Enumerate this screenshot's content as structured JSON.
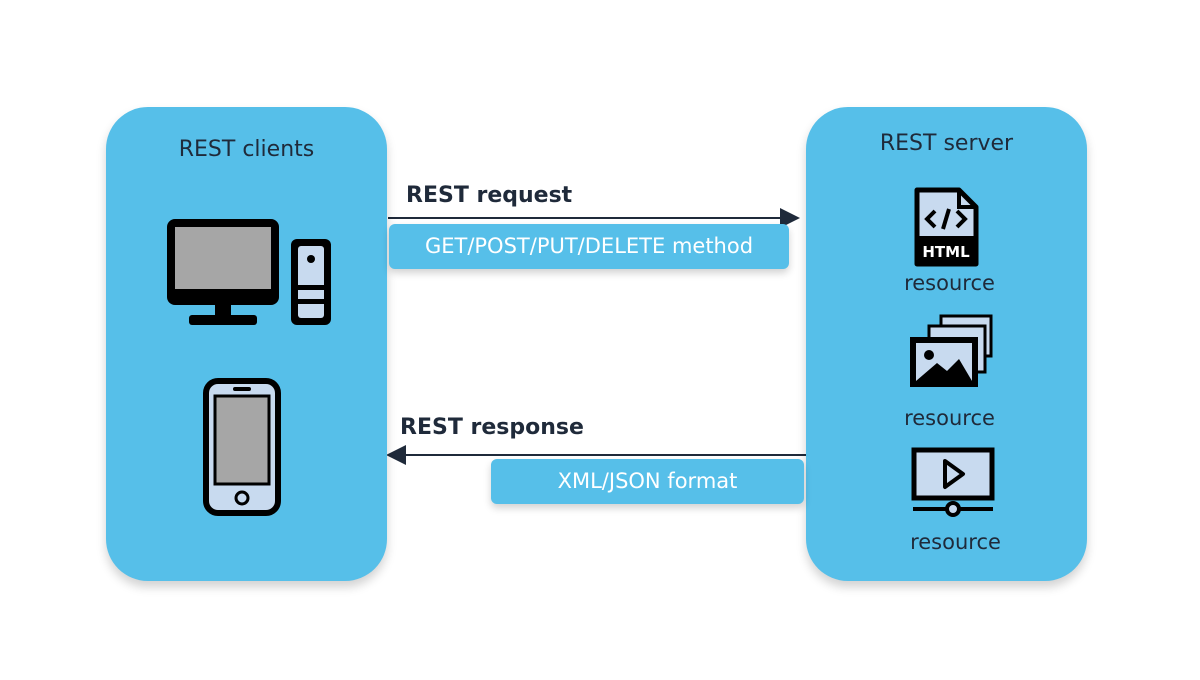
{
  "clients": {
    "title": "REST clients"
  },
  "server": {
    "title": "REST server",
    "resources": [
      "resource",
      "resource",
      "resource"
    ]
  },
  "request": {
    "label": "REST request",
    "method": "GET/POST/PUT/DELETE method"
  },
  "response": {
    "label": "REST response",
    "format": "XML/JSON format"
  },
  "icons": {
    "desktop": "desktop-computer-icon",
    "phone": "smartphone-icon",
    "html": "html-file-icon",
    "images": "image-gallery-icon",
    "video": "video-player-icon"
  },
  "colors": {
    "panel": "#56bfe9",
    "text": "#1f2a3a",
    "arrow": "#1f2a3a"
  }
}
